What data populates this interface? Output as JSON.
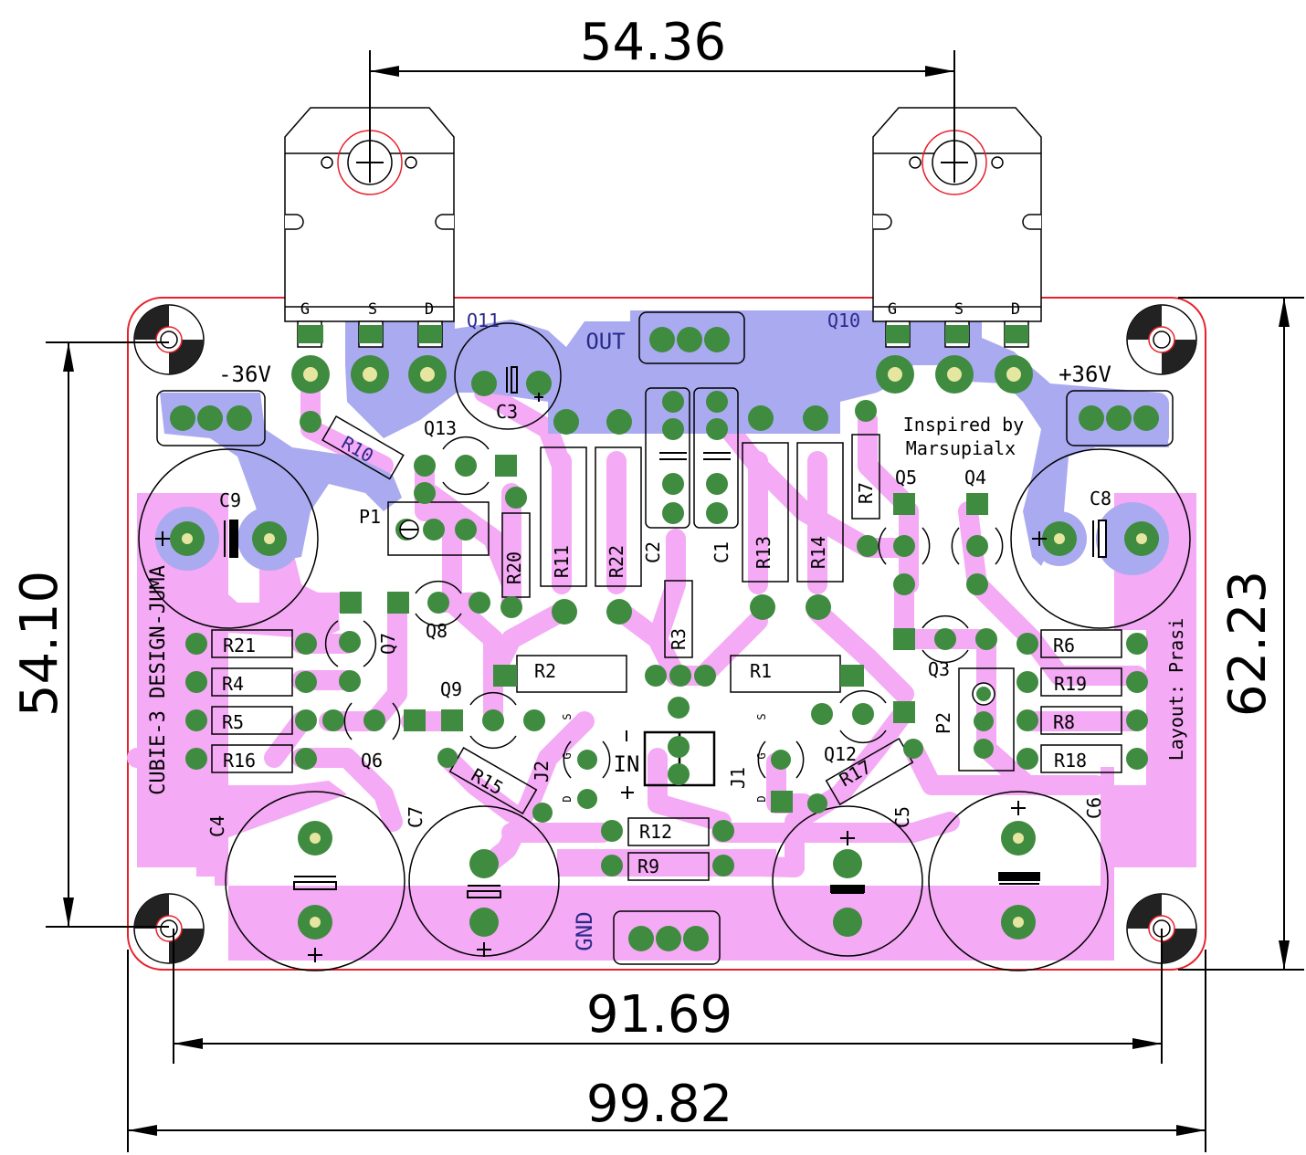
{
  "dimensions": {
    "top_width": "54.36",
    "left_height": "54.10",
    "right_height": "62.23",
    "bottom_inner_width": "91.69",
    "bottom_outer_width": "99.82"
  },
  "board": {
    "title": "CUBIE-3 DESIGN-JUMA",
    "layout_credit": "Layout: Prasi",
    "credit_line1": "Inspired by",
    "credit_line2": "Marsupialx"
  },
  "connectors": {
    "out": "OUT",
    "gnd": "GND",
    "in": "IN",
    "neg_supply": "-36V",
    "pos_supply": "+36V"
  },
  "transistor_pins": {
    "g": "G",
    "s": "S",
    "d": "D"
  },
  "power_fets": {
    "left": "Q11",
    "right": "Q10"
  },
  "transistors": [
    "Q13",
    "Q8",
    "Q7",
    "Q9",
    "Q6",
    "Q5",
    "Q4",
    "Q3",
    "Q12"
  ],
  "jfets": [
    "J1",
    "J2"
  ],
  "jfet_pins": {
    "s": "S",
    "g": "G",
    "d": "D"
  },
  "pots": [
    "P1",
    "P2"
  ],
  "capacitors": [
    "C1",
    "C2",
    "C3",
    "C4",
    "C5",
    "C6",
    "C7",
    "C8",
    "C9"
  ],
  "resistors": {
    "left_column": [
      "R21",
      "R4",
      "R5",
      "R16"
    ],
    "right_column": [
      "R6",
      "R19",
      "R8",
      "R18"
    ],
    "vertical_big": [
      "R11",
      "R22",
      "R13",
      "R14"
    ],
    "small": [
      "R10",
      "R20",
      "R7",
      "R3",
      "R2",
      "R1",
      "R15",
      "R17",
      "R12",
      "R9"
    ]
  },
  "colors": {
    "edge_cut": "#e8202a",
    "front_copper": "#aaaaf0",
    "back_copper": "#f4aaf4",
    "pad": "#3f8b3f",
    "hole": "#e6e6a0"
  }
}
